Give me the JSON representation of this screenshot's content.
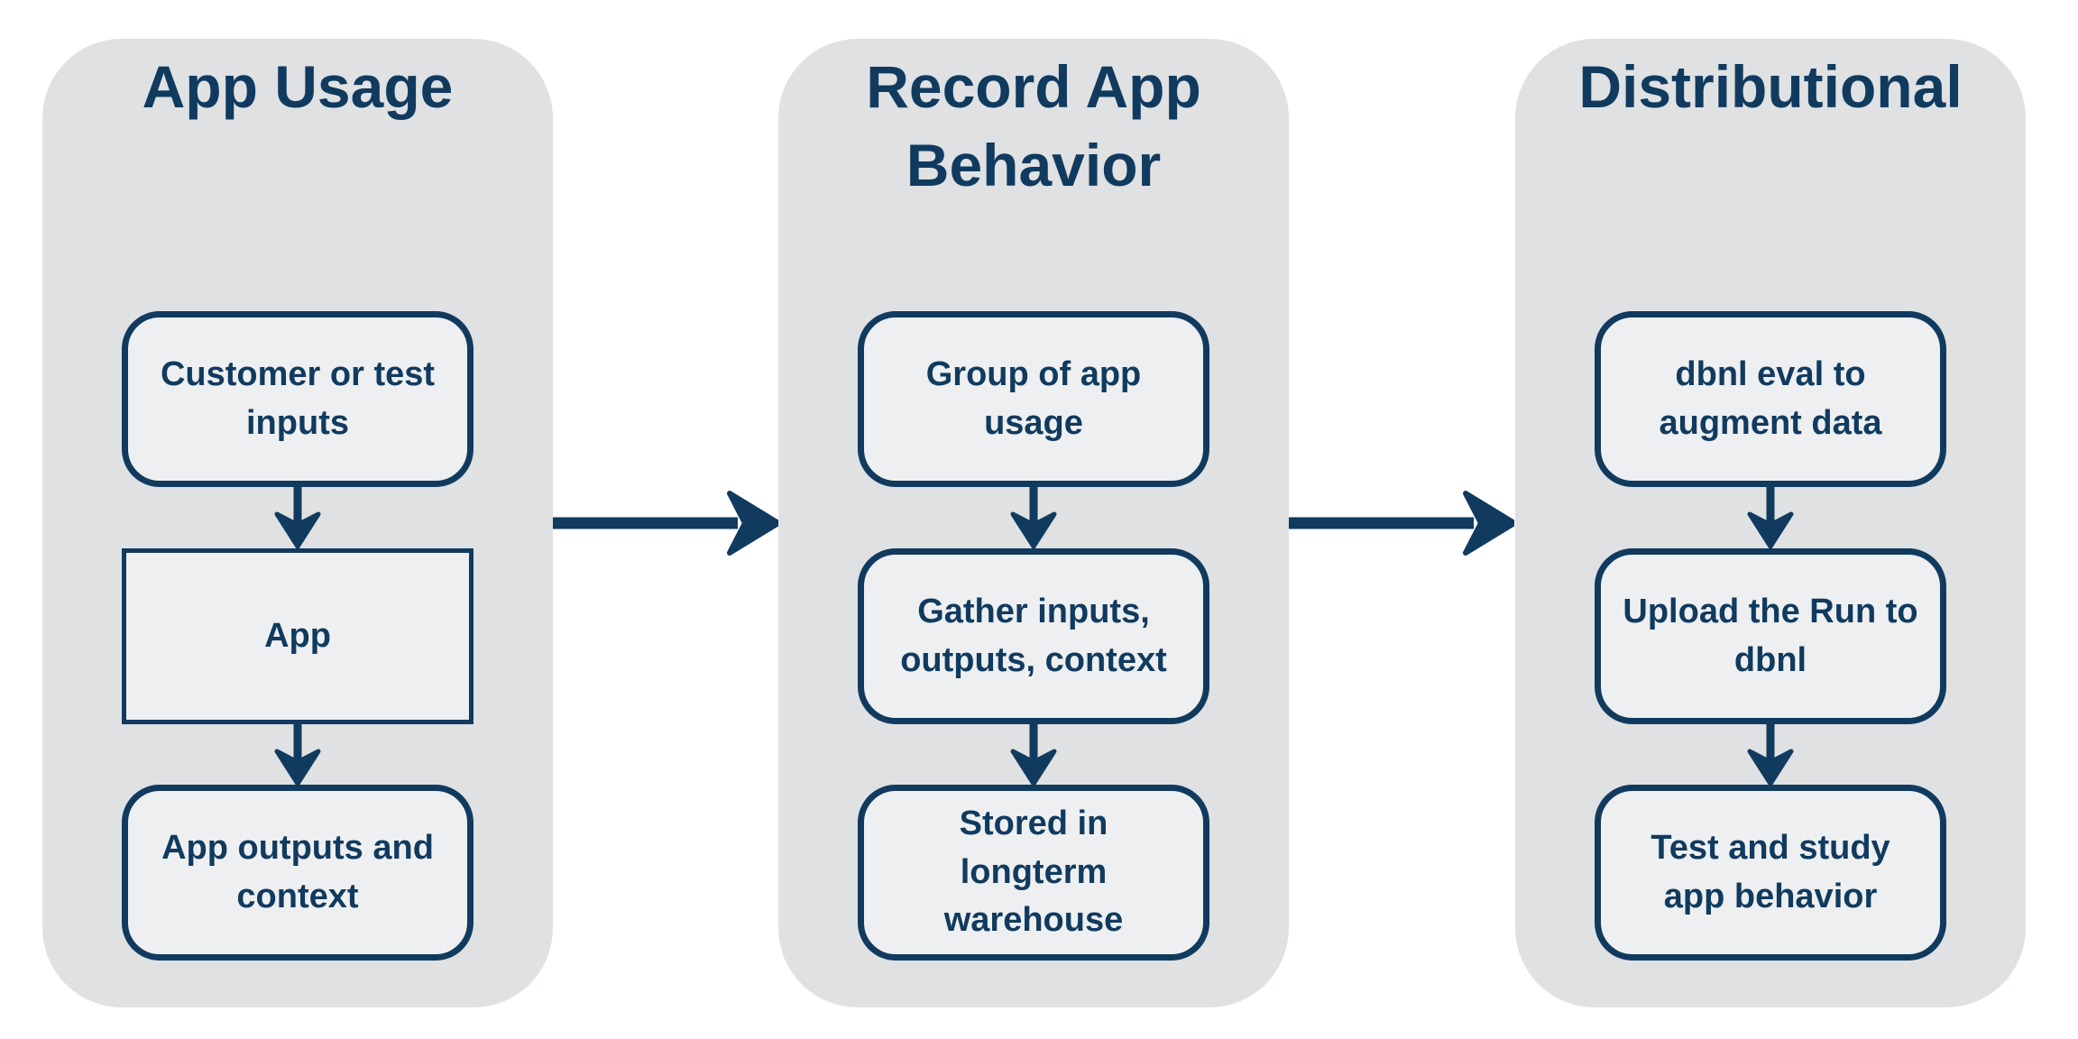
{
  "theme": {
    "navy": "#113a5f",
    "column_bg": "#dfe1e3",
    "node_bg": "#edeff0",
    "page_bg": "#ffffff"
  },
  "icons": {
    "flow_step": "arrow-down-icon",
    "flow_stage": "arrow-right-icon"
  },
  "diagram": {
    "columns": [
      {
        "title": "App Usage",
        "nodes": [
          {
            "label": "Customer or test\ninputs",
            "shape": "rounded"
          },
          {
            "label": "App",
            "shape": "rect"
          },
          {
            "label": "App outputs and\ncontext",
            "shape": "rounded"
          }
        ]
      },
      {
        "title": "Record App\nBehavior",
        "nodes": [
          {
            "label": "Group of app\nusage",
            "shape": "rounded"
          },
          {
            "label": "Gather inputs,\noutputs, context",
            "shape": "rounded"
          },
          {
            "label": "Stored in\nlongterm\nwarehouse",
            "shape": "rounded"
          }
        ]
      },
      {
        "title": "Distributional",
        "nodes": [
          {
            "label": "dbnl eval to\naugment data",
            "shape": "rounded"
          },
          {
            "label": "Upload the Run to\ndbnl",
            "shape": "rounded"
          },
          {
            "label": "Test and study\napp behavior",
            "shape": "rounded"
          }
        ]
      }
    ]
  }
}
